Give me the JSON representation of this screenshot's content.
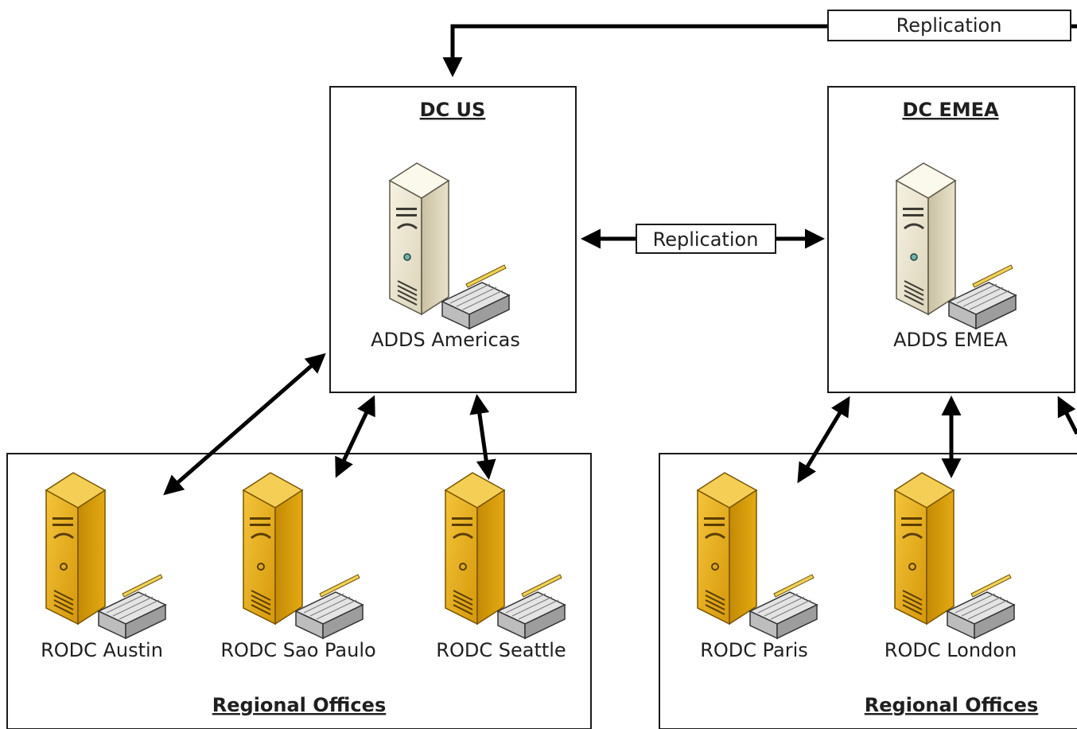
{
  "dc_us": {
    "title": "DC US",
    "server_label": "ADDS Americas",
    "server_icon": "server-beige-icon"
  },
  "dc_emea": {
    "title": "DC EMEA",
    "server_label": "ADDS EMEA",
    "server_icon": "server-beige-icon"
  },
  "replication": {
    "top_label": "Replication",
    "middle_label": "Replication"
  },
  "regional_americas": {
    "title": "Regional Offices",
    "servers": [
      {
        "label": "RODC Austin",
        "icon": "server-gold-icon"
      },
      {
        "label": "RODC Sao Paulo",
        "icon": "server-gold-icon"
      },
      {
        "label": "RODC Seattle",
        "icon": "server-gold-icon"
      }
    ]
  },
  "regional_emea": {
    "title": "Regional Offices",
    "servers": [
      {
        "label": "RODC Paris",
        "icon": "server-gold-icon"
      },
      {
        "label": "RODC London",
        "icon": "server-gold-icon"
      }
    ]
  },
  "colors": {
    "gold_server_front": "#e3aa12",
    "gold_server_side": "#b47d00",
    "beige_server_front": "#ece7d4",
    "beige_server_side": "#cbc3a6",
    "line": "#000000"
  }
}
